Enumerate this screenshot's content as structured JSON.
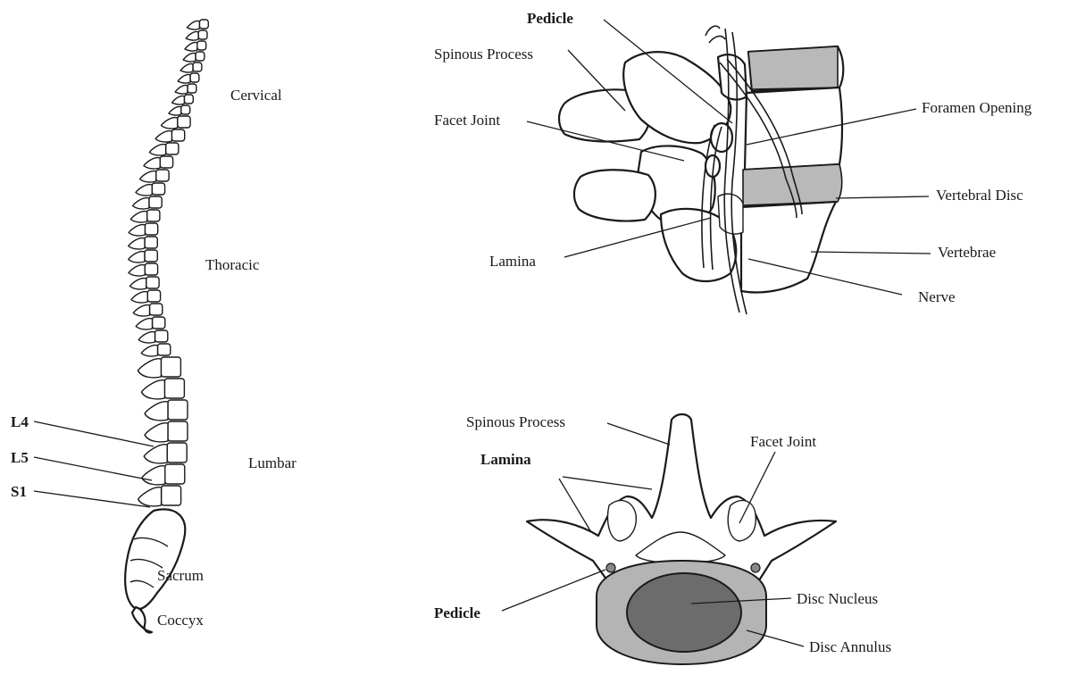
{
  "spine_side_view": {
    "regions": {
      "cervical": "Cervical",
      "thoracic": "Thoracic",
      "lumbar": "Lumbar",
      "sacrum": "Sacrum",
      "coccyx": "Coccyx"
    },
    "levels": {
      "l4": "L4",
      "l5": "L5",
      "s1": "S1"
    }
  },
  "motion_segment_view": {
    "labels": {
      "pedicle": "Pedicle",
      "spinous_process": "Spinous Process",
      "facet_joint": "Facet Joint",
      "foramen_opening": "Foramen Opening",
      "vertebral_disc": "Vertebral Disc",
      "vertebrae": "Vertebrae",
      "nerve": "Nerve",
      "lamina": "Lamina"
    }
  },
  "axial_view": {
    "labels": {
      "spinous_process": "Spinous Process",
      "facet_joint": "Facet Joint",
      "lamina": "Lamina",
      "pedicle": "Pedicle",
      "disc_nucleus": "Disc Nucleus",
      "disc_annulus": "Disc Annulus"
    }
  },
  "colors": {
    "line": "#1a1a1a",
    "disc_fill": "#b9b9b9",
    "annulus_fill": "#b4b4b4",
    "nucleus_fill": "#6c6c6c"
  }
}
